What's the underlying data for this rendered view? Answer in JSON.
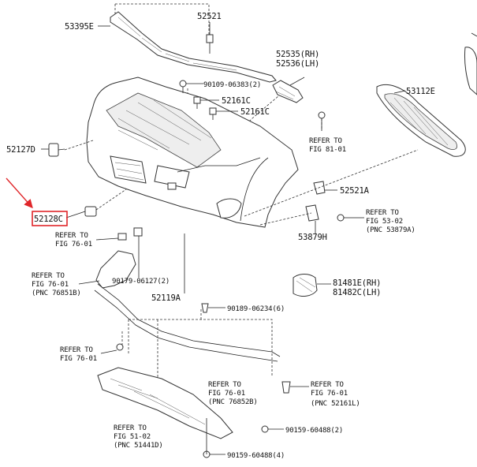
{
  "labels": {
    "p53395E": "53395E",
    "p52521": "52521",
    "p52535": "52535(RH)",
    "p52536": "52536(LH)",
    "p90109": "90109-06383(2)",
    "p52161C_a": "52161C",
    "p52161C_b": "52161C",
    "p53112E": "53112E",
    "p52127D": "52127D",
    "ref81_1": "REFER TO",
    "ref81_2": "FIG 81-01",
    "p52521A": "52521A",
    "ref53_1": "REFER TO",
    "ref53_2": "FIG 53-02",
    "ref53_3": "(PNC 53879A)",
    "p52128C": "52128C",
    "p53879H": "53879H",
    "ref76a_1": "REFER TO",
    "ref76a_2": "FIG 76-01",
    "ref76b_1": "REFER TO",
    "ref76b_2": "FIG 76-01",
    "ref76b_3": "(PNC 76851B)",
    "p90179": "90179-06127(2)",
    "p52119A": "52119A",
    "p81481E": "81481E(RH)",
    "p81482C": "81482C(LH)",
    "p90189": "90189-06234(6)",
    "ref76c_1": "REFER TO",
    "ref76c_2": "FIG 76-01",
    "ref76d_1": "REFER TO",
    "ref76d_2": "FIG 76-01",
    "ref76d_3": "(PNC 76852B)",
    "ref76e_1": "REFER TO",
    "ref76e_2": "FIG 76-01",
    "ref76e_3": "(PNC 52161L)",
    "ref51_1": "REFER TO",
    "ref51_2": "FIG 51-02",
    "ref51_3": "(PNC 51441D)",
    "p90159a": "90159-60488(2)",
    "p90159b": "90159-60488(4)"
  },
  "colors": {
    "highlight": "#e0262a",
    "line": "#222222"
  },
  "icons": {
    "pointer": "red-arrow-icon"
  }
}
